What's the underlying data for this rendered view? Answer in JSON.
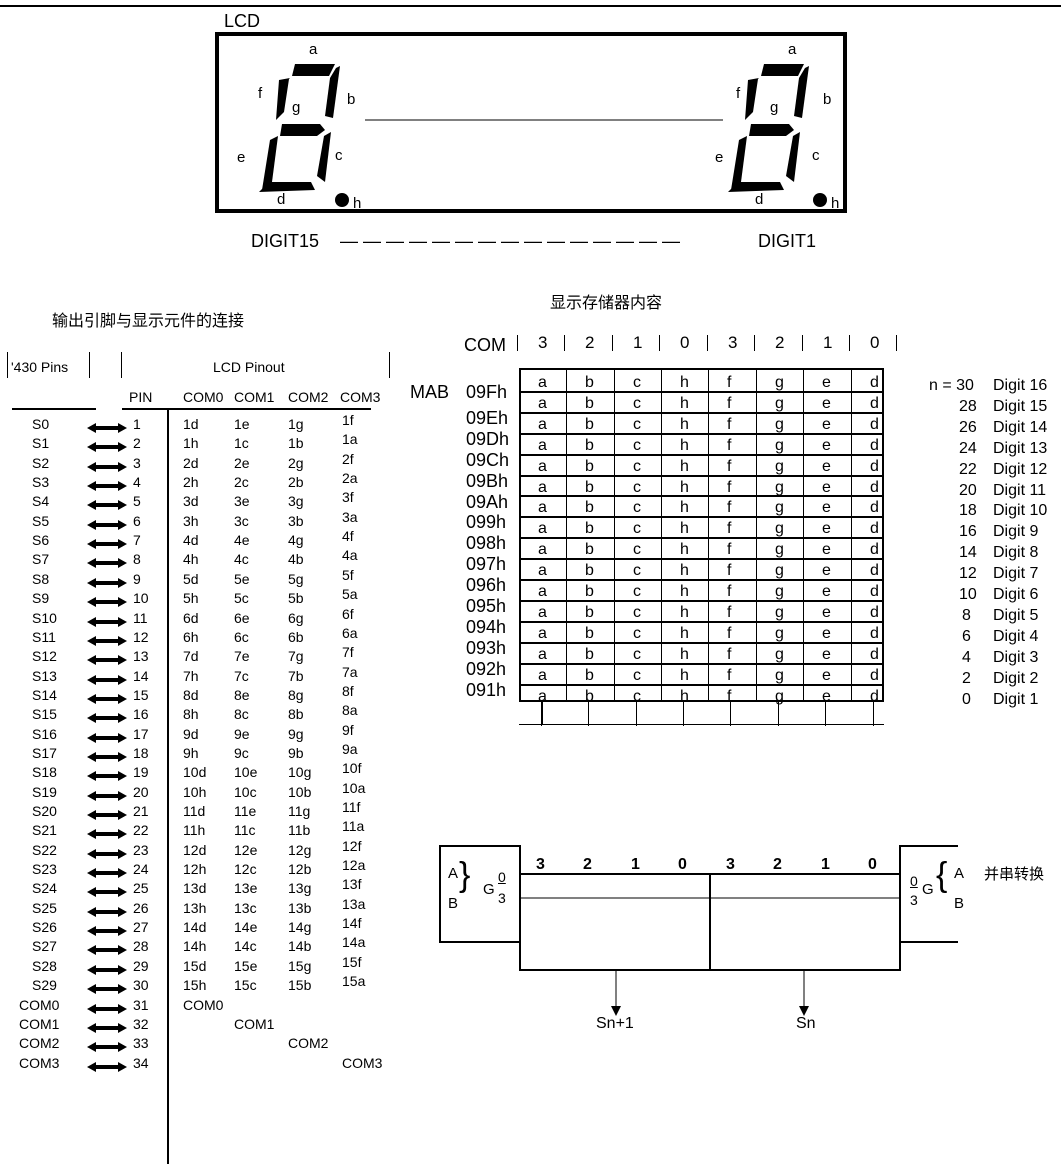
{
  "lcd": {
    "title": "LCD",
    "digit_left_label": "DIGIT15",
    "digit_right_label": "DIGIT1",
    "dashes": "— — — — — — — — — — — — — — —",
    "segments": {
      "a": "a",
      "b": "b",
      "c": "c",
      "d": "d",
      "e": "e",
      "f": "f",
      "g": "g",
      "h": "h"
    }
  },
  "left_panel": {
    "title": "输出引脚与显示元件的连接",
    "pins_header": "'430 Pins",
    "lcd_pinout_header": "LCD Pinout",
    "col_pin": "PIN",
    "col_com": [
      "COM0",
      "COM1",
      "COM2",
      "COM3"
    ],
    "rows": [
      {
        "s": "S0",
        "pin": "1",
        "c": [
          "1d",
          "1e",
          "1g",
          "1f"
        ]
      },
      {
        "s": "S1",
        "pin": "2",
        "c": [
          "1h",
          "1c",
          "1b",
          "1a"
        ]
      },
      {
        "s": "S2",
        "pin": "3",
        "c": [
          "2d",
          "2e",
          "2g",
          "2f"
        ]
      },
      {
        "s": "S3",
        "pin": "4",
        "c": [
          "2h",
          "2c",
          "2b",
          "2a"
        ]
      },
      {
        "s": "S4",
        "pin": "5",
        "c": [
          "3d",
          "3e",
          "3g",
          "3f"
        ]
      },
      {
        "s": "S5",
        "pin": "6",
        "c": [
          "3h",
          "3c",
          "3b",
          "3a"
        ]
      },
      {
        "s": "S6",
        "pin": "7",
        "c": [
          "4d",
          "4e",
          "4g",
          "4f"
        ]
      },
      {
        "s": "S7",
        "pin": "8",
        "c": [
          "4h",
          "4c",
          "4b",
          "4a"
        ]
      },
      {
        "s": "S8",
        "pin": "9",
        "c": [
          "5d",
          "5e",
          "5g",
          "5f"
        ]
      },
      {
        "s": "S9",
        "pin": "10",
        "c": [
          "5h",
          "5c",
          "5b",
          "5a"
        ]
      },
      {
        "s": "S10",
        "pin": "11",
        "c": [
          "6d",
          "6e",
          "6g",
          "6f"
        ]
      },
      {
        "s": "S11",
        "pin": "12",
        "c": [
          "6h",
          "6c",
          "6b",
          "6a"
        ]
      },
      {
        "s": "S12",
        "pin": "13",
        "c": [
          "7d",
          "7e",
          "7g",
          "7f"
        ]
      },
      {
        "s": "S13",
        "pin": "14",
        "c": [
          "7h",
          "7c",
          "7b",
          "7a"
        ]
      },
      {
        "s": "S14",
        "pin": "15",
        "c": [
          "8d",
          "8e",
          "8g",
          "8f"
        ]
      },
      {
        "s": "S15",
        "pin": "16",
        "c": [
          "8h",
          "8c",
          "8b",
          "8a"
        ]
      },
      {
        "s": "S16",
        "pin": "17",
        "c": [
          "9d",
          "9e",
          "9g",
          "9f"
        ]
      },
      {
        "s": "S17",
        "pin": "18",
        "c": [
          "9h",
          "9c",
          "9b",
          "9a"
        ]
      },
      {
        "s": "S18",
        "pin": "19",
        "c": [
          "10d",
          "10e",
          "10g",
          "10f"
        ]
      },
      {
        "s": "S19",
        "pin": "20",
        "c": [
          "10h",
          "10c",
          "10b",
          "10a"
        ]
      },
      {
        "s": "S20",
        "pin": "21",
        "c": [
          "11d",
          "11e",
          "11g",
          "11f"
        ]
      },
      {
        "s": "S21",
        "pin": "22",
        "c": [
          "11h",
          "11c",
          "11b",
          "11a"
        ]
      },
      {
        "s": "S22",
        "pin": "23",
        "c": [
          "12d",
          "12e",
          "12g",
          "12f"
        ]
      },
      {
        "s": "S23",
        "pin": "24",
        "c": [
          "12h",
          "12c",
          "12b",
          "12a"
        ]
      },
      {
        "s": "S24",
        "pin": "25",
        "c": [
          "13d",
          "13e",
          "13g",
          "13f"
        ]
      },
      {
        "s": "S25",
        "pin": "26",
        "c": [
          "13h",
          "13c",
          "13b",
          "13a"
        ]
      },
      {
        "s": "S26",
        "pin": "27",
        "c": [
          "14d",
          "14e",
          "14g",
          "14f"
        ]
      },
      {
        "s": "S27",
        "pin": "28",
        "c": [
          "14h",
          "14c",
          "14b",
          "14a"
        ]
      },
      {
        "s": "S28",
        "pin": "29",
        "c": [
          "15d",
          "15e",
          "15g",
          "15f"
        ]
      },
      {
        "s": "S29",
        "pin": "30",
        "c": [
          "15h",
          "15c",
          "15b",
          "15a"
        ]
      },
      {
        "s": "COM0",
        "pin": "31",
        "c": [
          "COM0",
          "",
          "",
          ""
        ]
      },
      {
        "s": "COM1",
        "pin": "32",
        "c": [
          "",
          "COM1",
          "",
          ""
        ]
      },
      {
        "s": "COM2",
        "pin": "33",
        "c": [
          "",
          "",
          "COM2",
          ""
        ]
      },
      {
        "s": "COM3",
        "pin": "34",
        "c": [
          "",
          "",
          "",
          "COM3"
        ]
      }
    ]
  },
  "right_panel": {
    "title": "显示存储器内容",
    "com_label": "COM",
    "com_values": [
      "3",
      "2",
      "1",
      "0",
      "3",
      "2",
      "1",
      "0"
    ],
    "mab_label": "MAB",
    "segments_row": [
      "a",
      "b",
      "c",
      "h",
      "f",
      "g",
      "e",
      "d"
    ],
    "rows": [
      {
        "addr": "09Fh",
        "n": "n = 30",
        "digit": "Digit 16"
      },
      {
        "addr": "09Eh",
        "n": "28",
        "digit": "Digit 15"
      },
      {
        "addr": "09Dh",
        "n": "26",
        "digit": "Digit 14"
      },
      {
        "addr": "09Ch",
        "n": "24",
        "digit": "Digit 13"
      },
      {
        "addr": "09Bh",
        "n": "22",
        "digit": "Digit 12"
      },
      {
        "addr": "09Ah",
        "n": "20",
        "digit": "Digit 11"
      },
      {
        "addr": "099h",
        "n": "18",
        "digit": "Digit 10"
      },
      {
        "addr": "098h",
        "n": "16",
        "digit": "Digit 9"
      },
      {
        "addr": "097h",
        "n": "14",
        "digit": "Digit 8"
      },
      {
        "addr": "096h",
        "n": "12",
        "digit": "Digit 7"
      },
      {
        "addr": "095h",
        "n": "10",
        "digit": "Digit 6"
      },
      {
        "addr": "094h",
        "n": "8",
        "digit": "Digit 5"
      },
      {
        "addr": "093h",
        "n": "6",
        "digit": "Digit 4"
      },
      {
        "addr": "092h",
        "n": "4",
        "digit": "Digit 3"
      },
      {
        "addr": "091h",
        "n": "2",
        "digit": "Digit 2"
      },
      {
        "addr": "",
        "n": "0",
        "digit": "Digit 1"
      }
    ],
    "mux_values": [
      "3",
      "2",
      "1",
      "0",
      "3",
      "2",
      "1",
      "0"
    ],
    "mux_left": {
      "a": "A",
      "b": "B",
      "g": "G",
      "num": "0",
      "den": "3"
    },
    "mux_right": {
      "a": "A",
      "b": "B",
      "g": "G",
      "num": "0",
      "den": "3"
    },
    "converter_label": "并串转换",
    "out_left": "Sn+1",
    "out_right": "Sn"
  }
}
